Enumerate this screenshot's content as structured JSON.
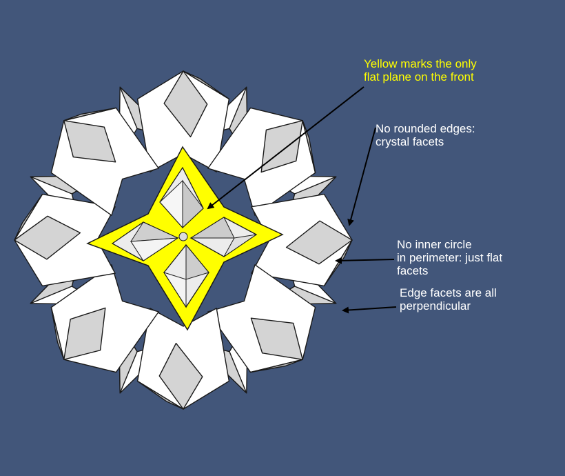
{
  "colors": {
    "background": "#42567a",
    "facet": "#ffffff",
    "facet_shade": "#d4d4d4",
    "outline": "#1a1a1a",
    "highlight": "#ffff00",
    "note_highlight_text": "#ffff00",
    "note_text": "#ffffff",
    "arrow": "#000000"
  },
  "annotations": {
    "flat_plane": "Yellow marks the only\nflat plane on the front",
    "rounded_edges": "No rounded edges:\ncrystal facets",
    "inner_circle": "No inner circle\nin perimeter: just flat\nfacets",
    "perpendicular": "Edge facets are all\nperpendicular"
  },
  "icons": {
    "model": "faceted-crystal-star",
    "pointers": "arrow-icon"
  }
}
